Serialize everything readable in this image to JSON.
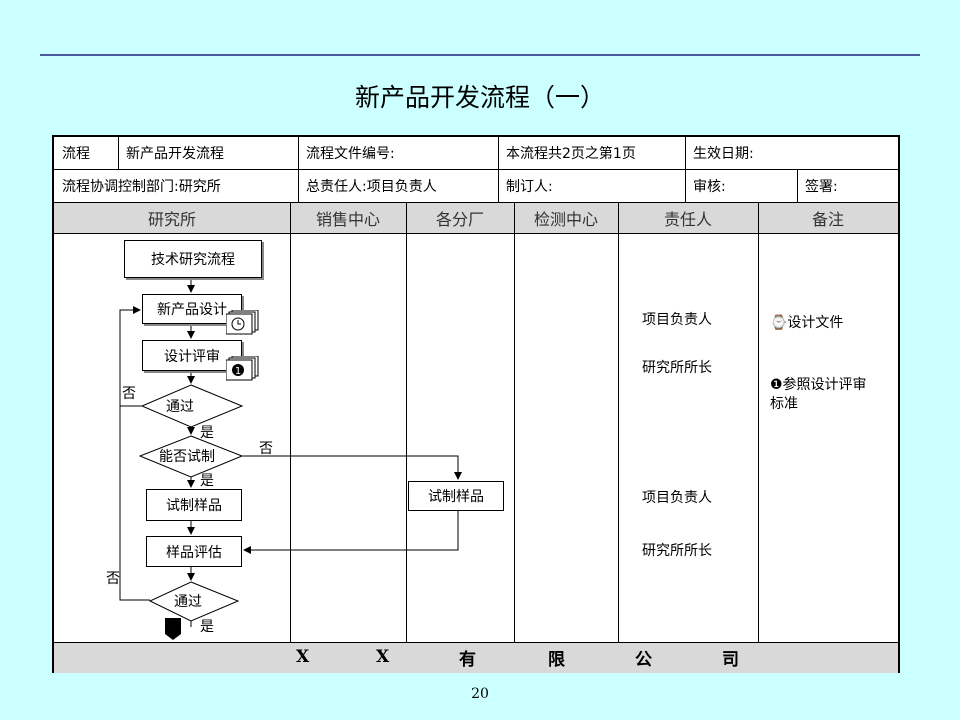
{
  "slide": {
    "title": "新产品开发流程（一）",
    "page_number": "20"
  },
  "header": {
    "row1": [
      "流程",
      "新产品开发流程",
      "流程文件编号:",
      "本流程共2页之第1页",
      "生效日期:"
    ],
    "row2": [
      "流程协调控制部门:研究所",
      "总责任人:项目负责人",
      "制订人:",
      "审核:",
      "签署:"
    ]
  },
  "lanes": [
    "研究所",
    "销售中心",
    "各分厂",
    "检测中心",
    "责任人",
    "备注"
  ],
  "footer": [
    "X",
    "X",
    "有",
    "限",
    "公",
    "司"
  ],
  "flow": {
    "start": "技术研究流程",
    "design": "新产品设计",
    "review": "设计评审",
    "pass1": "通过",
    "trial_q": "能否试制",
    "trial_main": "试制样品",
    "trial_branch": "试制样品",
    "evaluate": "样品评估",
    "pass2": "通过",
    "yes": "是",
    "no": "否",
    "doc_icon_1": "clock-icon",
    "doc_icon_2": "circled-one-icon"
  },
  "responsible": [
    "项目负责人",
    "研究所所长",
    "项目负责人",
    "研究所所长"
  ],
  "remarks": [
    "⌚设计文件",
    "❶参照设计评审标准"
  ]
}
